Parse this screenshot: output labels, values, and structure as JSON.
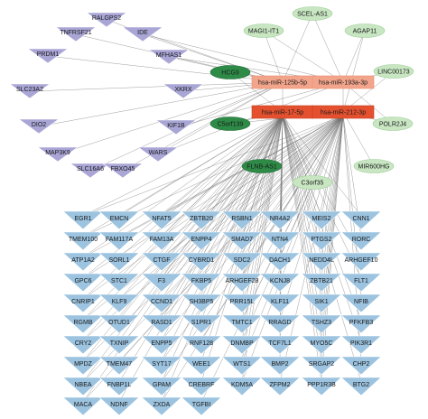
{
  "colors": {
    "mirna_light": "#f3a58c",
    "mirna_dark": "#e5512f",
    "lnc_light": "#c8e6c2",
    "lnc_dark": "#2e8b47",
    "target_purple": "#a9a6d6",
    "target_blue": "#9cc3df",
    "edge": "#6e6e6e"
  },
  "mirnas": [
    {
      "id": "m1",
      "label": "hsa-miR-125b-5p",
      "shade": "light"
    },
    {
      "id": "m2",
      "label": "hsa-miR-193a-3p",
      "shade": "light"
    },
    {
      "id": "m3",
      "label": "hsa-miR-17-5p",
      "shade": "dark"
    },
    {
      "id": "m4",
      "label": "hsa-miR-212-3p",
      "shade": "dark"
    }
  ],
  "lncrnas": [
    {
      "id": "l1",
      "label": "SCEL-AS1",
      "shade": "light"
    },
    {
      "id": "l2",
      "label": "MAGI1-IT1",
      "shade": "light"
    },
    {
      "id": "l3",
      "label": "AGAP11",
      "shade": "light"
    },
    {
      "id": "l4",
      "label": "LINC00173",
      "shade": "light"
    },
    {
      "id": "l5",
      "label": "HCG9",
      "shade": "dark"
    },
    {
      "id": "l6",
      "label": "C5orf139",
      "shade": "dark"
    },
    {
      "id": "l7",
      "label": "POLR2J4",
      "shade": "light"
    },
    {
      "id": "l8",
      "label": "FLNB-AS1",
      "shade": "dark"
    },
    {
      "id": "l9",
      "label": "C3orf35",
      "shade": "light"
    },
    {
      "id": "l10",
      "label": "MIR600HG",
      "shade": "light"
    }
  ],
  "purple_targets": [
    {
      "id": "p1",
      "label": "RALGPS2"
    },
    {
      "id": "p2",
      "label": "TNFRSF21"
    },
    {
      "id": "p3",
      "label": "IDE"
    },
    {
      "id": "p4",
      "label": "PRDM1"
    },
    {
      "id": "p5",
      "label": "MFHAS1"
    },
    {
      "id": "p6",
      "label": "SLC23A2"
    },
    {
      "id": "p7",
      "label": "XKRX"
    },
    {
      "id": "p8",
      "label": "DIO2"
    },
    {
      "id": "p9",
      "label": "KIF1B"
    },
    {
      "id": "p10",
      "label": "MAP3K9"
    },
    {
      "id": "p11",
      "label": "WARS"
    },
    {
      "id": "p12",
      "label": "SLC16A6"
    },
    {
      "id": "p13",
      "label": "FBXO45"
    }
  ],
  "blue_target_rows": [
    [
      "EGR1",
      "EMCN",
      "NFAT5",
      "ZBTB20",
      "RSBN1",
      "NR4A2",
      "MEIS2",
      "CNN1"
    ],
    [
      "TMEM100",
      "FAM117A",
      "FAM13A",
      "ENPP4",
      "SMAD7",
      "NTN4",
      "PTGS2",
      "RORC"
    ],
    [
      "ATP1A2",
      "SORL1",
      "CTGF",
      "CYBRD1",
      "SDC2",
      "DACH1",
      "NEDD4L",
      "ARHGEF10"
    ],
    [
      "GPC6",
      "STC1",
      "F3",
      "FKBP5",
      "ARHGEF28",
      "KCNJ8",
      "ZBTB21",
      "FLT1"
    ],
    [
      "CNRIP1",
      "KLF9",
      "CCND1",
      "SH3BP5",
      "PRR15L",
      "KLF11",
      "SIK1",
      "NFIB"
    ],
    [
      "RGMB",
      "OTUD1",
      "RASD1",
      "S1PR1",
      "TMTC1",
      "RRAGD",
      "TSHZ3",
      "PFKFB3"
    ],
    [
      "CRY2",
      "TXNIP",
      "ENPP5",
      "RNF128",
      "DNMBP",
      "TCF7L1",
      "MYO5C",
      "PIK3R1"
    ],
    [
      "MPDZ",
      "TMEM47",
      "SYT17",
      "WEE1",
      "WTS1",
      "BMP2",
      "SRGAP2",
      "CHP2"
    ],
    [
      "NBEA",
      "FNBP1L",
      "GPAM",
      "CREBRF",
      "KDM5A",
      "ZFPM2",
      "PPP1R3B",
      "BTG2"
    ],
    [
      "MACA",
      "NDNF",
      "ZXDA",
      "TGFBI"
    ]
  ],
  "edges": [
    [
      "p1",
      "m1"
    ],
    [
      "p2",
      "m1"
    ],
    [
      "p3",
      "m1"
    ],
    [
      "p4",
      "m1"
    ],
    [
      "p5",
      "m1"
    ],
    [
      "p6",
      "m1"
    ],
    [
      "p7",
      "m1"
    ],
    [
      "p8",
      "m1"
    ],
    [
      "p9",
      "m1"
    ],
    [
      "p10",
      "m1"
    ],
    [
      "p11",
      "m1"
    ],
    [
      "p12",
      "m1"
    ],
    [
      "p13",
      "m1"
    ],
    [
      "p3",
      "m2"
    ],
    [
      "p5",
      "m2"
    ],
    [
      "p9",
      "m2"
    ],
    [
      "p11",
      "m2"
    ],
    [
      "l1",
      "m2"
    ],
    [
      "l2",
      "m2"
    ],
    [
      "l3",
      "m2"
    ],
    [
      "l4",
      "m2"
    ],
    [
      "l2",
      "m1"
    ],
    [
      "l1",
      "m1"
    ],
    [
      "l5",
      "m1"
    ],
    [
      "l5",
      "m3"
    ],
    [
      "l4",
      "m4"
    ],
    [
      "l3",
      "m4"
    ],
    [
      "l6",
      "m3"
    ],
    [
      "l6",
      "m4"
    ],
    [
      "l7",
      "m4"
    ],
    [
      "l7",
      "m2"
    ],
    [
      "l8",
      "m3"
    ],
    [
      "l8",
      "m4"
    ],
    [
      "l9",
      "m4"
    ],
    [
      "l9",
      "m3"
    ],
    [
      "l10",
      "m4"
    ],
    [
      "m1",
      "m3"
    ],
    [
      "m2",
      "m4"
    ]
  ]
}
